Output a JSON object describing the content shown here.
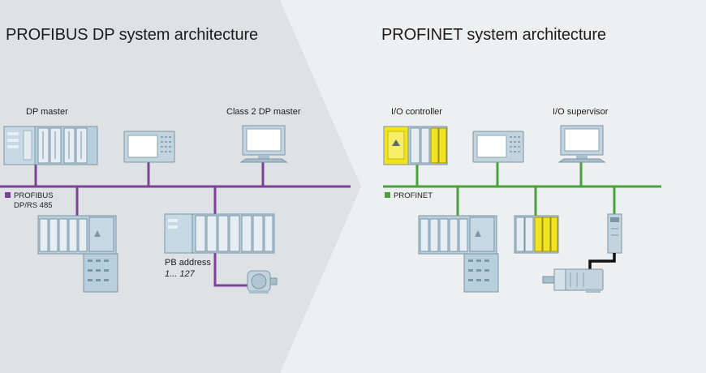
{
  "left": {
    "title": "PROFIBUS DP system architecture",
    "dp_master_label": "DP master",
    "class2_label": "Class 2 DP master",
    "legend_line1": "PROFIBUS",
    "legend_line2": "DP/RS 485",
    "pb_address_label": "PB address",
    "pb_address_range": "1... 127",
    "bus_color": "#7b4397"
  },
  "right": {
    "title": "PROFINET system architecture",
    "io_controller_label": "I/O controller",
    "io_supervisor_label": "I/O supervisor",
    "legend": "PROFINET",
    "bus_color": "#4aa03c"
  },
  "colors": {
    "left_panel": "#dfe2e5",
    "right_panel": "#eeeff0",
    "device_body": "#b8cfdc",
    "device_edge": "#7c96a6",
    "safety_yellow": "#f1e31d"
  }
}
